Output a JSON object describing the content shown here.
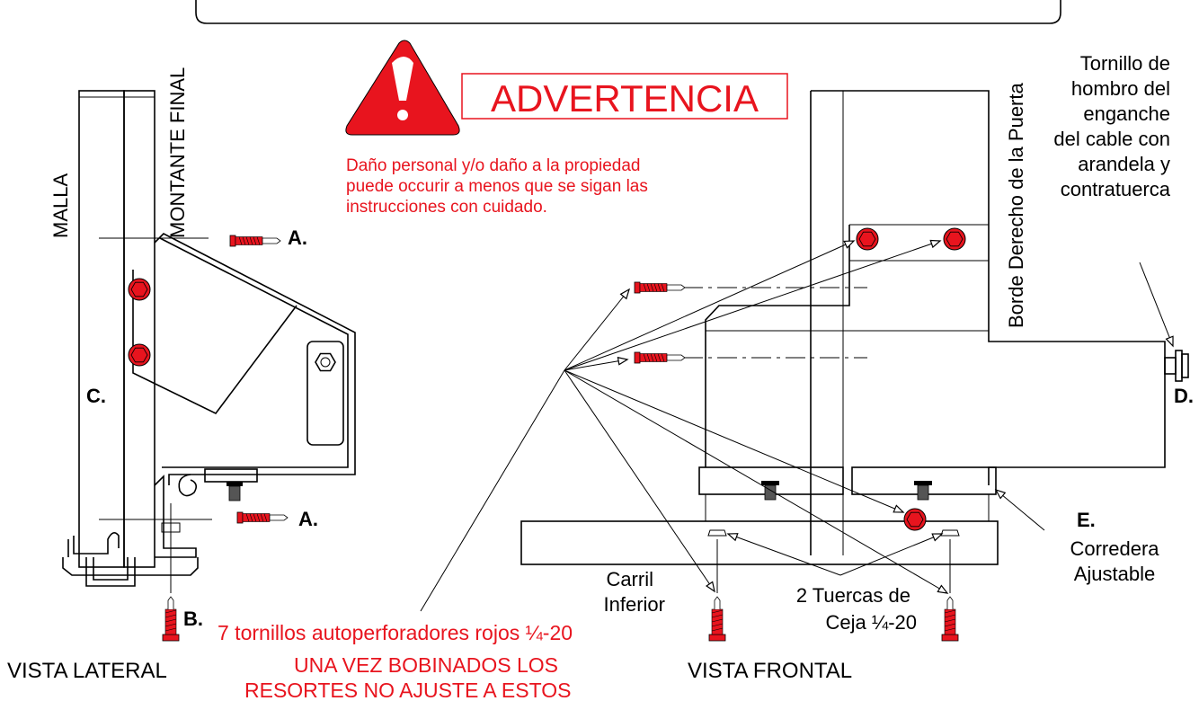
{
  "warning": {
    "title": "ADVERTENCIA",
    "lines": [
      "Daño personal y/o daño a la propiedad",
      "puede occurir a menos que se sigan las",
      "instrucciones con cuidado."
    ]
  },
  "side_view": {
    "malla": "MALLA",
    "montante": "MONTANTE FINAL",
    "label_a_top": "A.",
    "label_a_bottom": "A.",
    "label_c": "C.",
    "label_b": "B.",
    "caption": "VISTA LATERAL"
  },
  "front_view": {
    "borde": "Borde Derecho de la Puerta",
    "tornillo_lines": [
      "Tornillo de",
      "hombro del",
      "enganche",
      "del cable con",
      "arandela y",
      "contratuerca"
    ],
    "label_d": "D.",
    "label_e": "E.",
    "corredera_lines": [
      "Corredera",
      "Ajustable"
    ],
    "carril_lines": [
      "Carril",
      "Inferior"
    ],
    "tuercas_lines": [
      "2 Tuercas de",
      "Ceja ¼-20"
    ],
    "caption": "VISTA FRONTAL"
  },
  "notes": {
    "screws": "7 tornillos autoperforadores rojos ¼-20",
    "warning_line1": "UNA VEZ  BOBINADOS LOS",
    "warning_line2": "RESORTES NO AJUSTE A ESTOS"
  },
  "colors": {
    "red": "#e8141e",
    "ink": "#000000"
  }
}
